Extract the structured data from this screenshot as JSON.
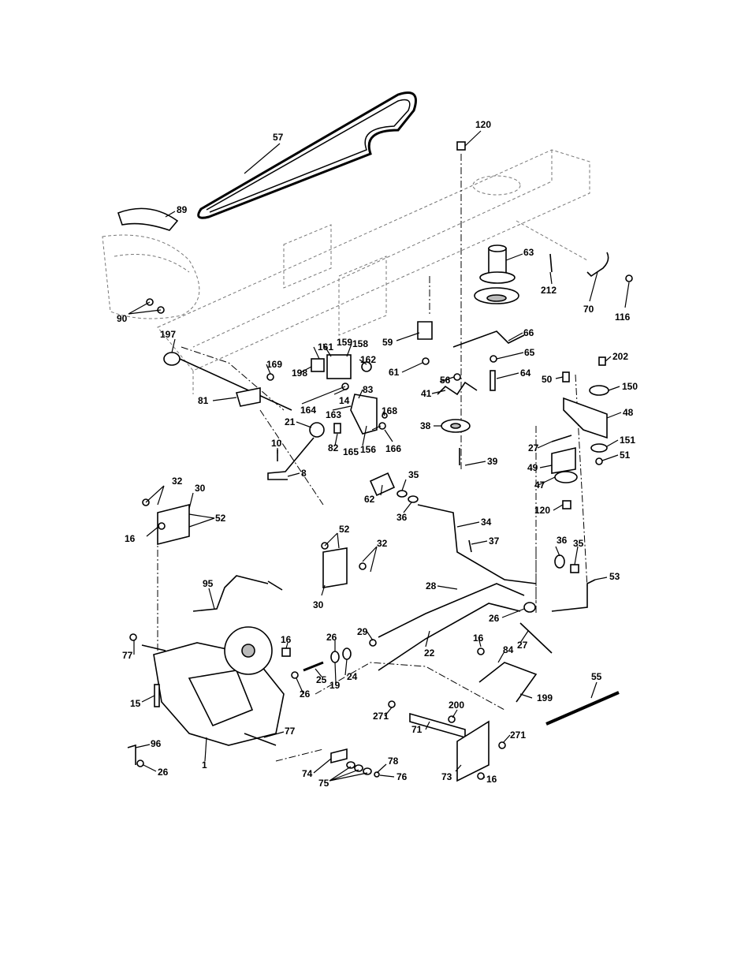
{
  "callouts": [
    "1",
    "8",
    "10",
    "14",
    "15",
    "16",
    "19",
    "21",
    "22",
    "24",
    "25",
    "26",
    "27",
    "28",
    "29",
    "30",
    "32",
    "34",
    "35",
    "36",
    "37",
    "38",
    "39",
    "41",
    "47",
    "48",
    "49",
    "50",
    "51",
    "52",
    "53",
    "55",
    "56",
    "57",
    "59",
    "61",
    "62",
    "63",
    "64",
    "65",
    "66",
    "70",
    "71",
    "73",
    "74",
    "75",
    "76",
    "77",
    "78",
    "81",
    "82",
    "83",
    "84",
    "89",
    "90",
    "95",
    "96",
    "116",
    "120",
    "150",
    "151",
    "156",
    "158",
    "159",
    "161",
    "162",
    "163",
    "164",
    "165",
    "166",
    "168",
    "169",
    "197",
    "198",
    "199",
    "200",
    "202",
    "212",
    "271"
  ]
}
